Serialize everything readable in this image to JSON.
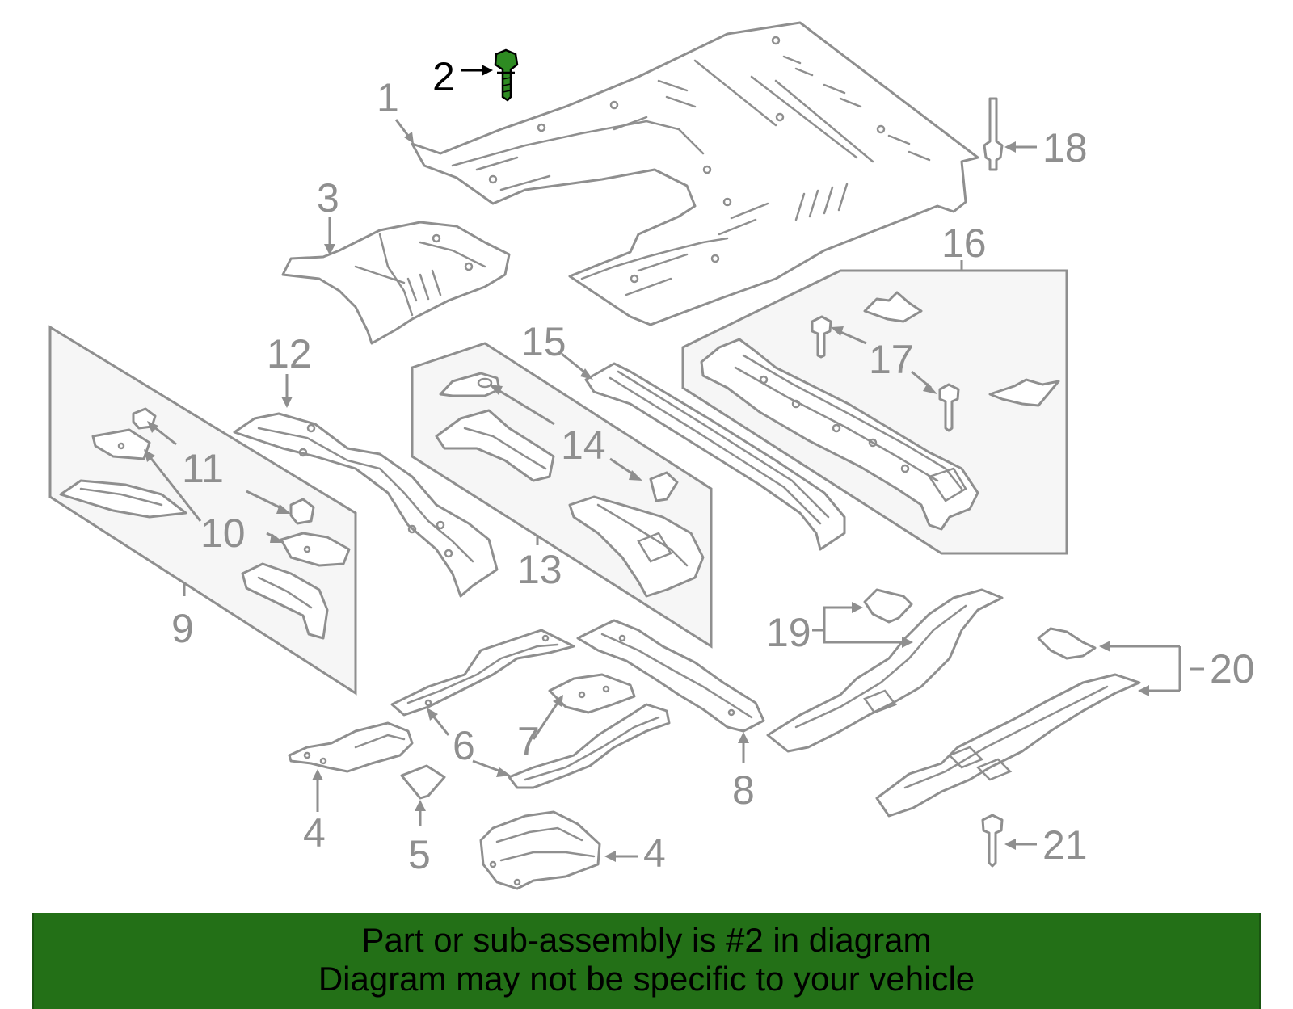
{
  "callouts": {
    "c1": "1",
    "c2": "2",
    "c3": "3",
    "c4a": "4",
    "c4b": "4",
    "c5": "5",
    "c6": "6",
    "c7": "7",
    "c8": "8",
    "c9": "9",
    "c10": "10",
    "c11": "11",
    "c12": "12",
    "c13": "13",
    "c14": "14",
    "c15": "15",
    "c16": "16",
    "c17": "17",
    "c18": "18",
    "c19": "19",
    "c20": "20",
    "c21": "21"
  },
  "highlighted_part": "2",
  "colors": {
    "line": "#8f8f8f",
    "highlight": "#2e8b22",
    "banner_bg": "#237017",
    "banner_text": "#000000"
  },
  "banner": {
    "line1": "Part or sub-assembly is #2 in diagram",
    "line2": "Diagram may not be specific to your vehicle"
  }
}
